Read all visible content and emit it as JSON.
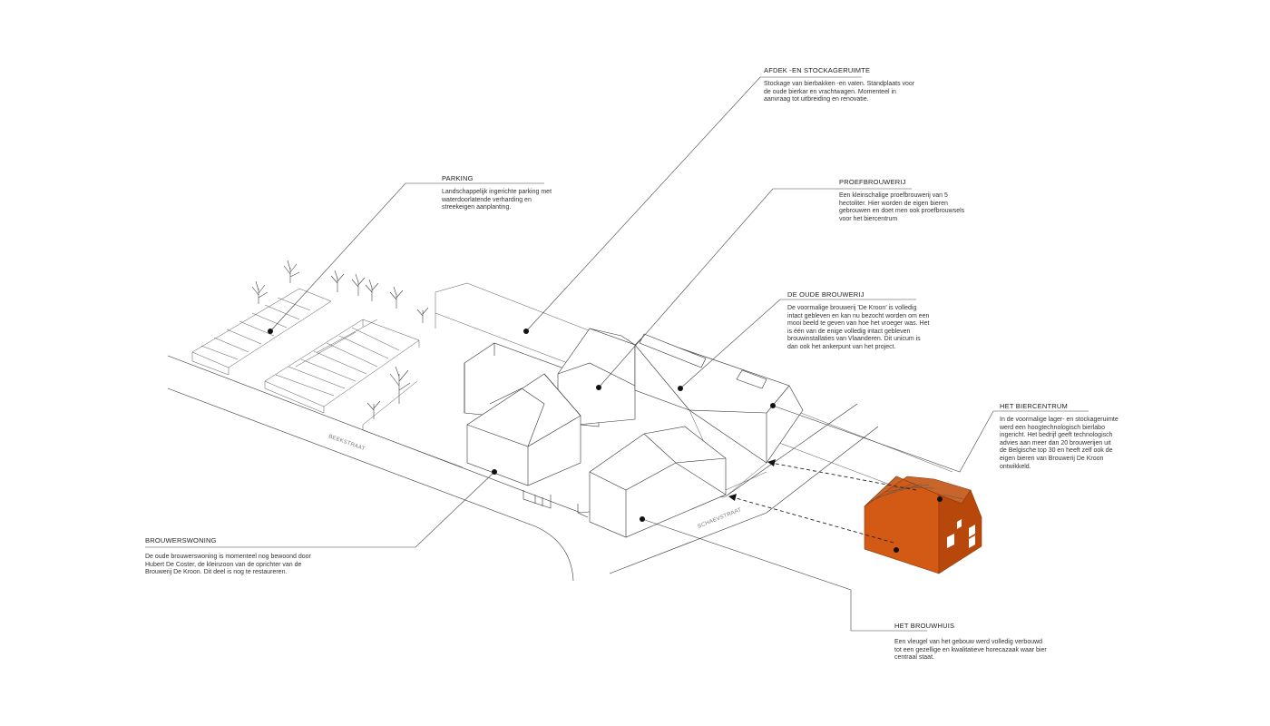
{
  "labels": {
    "afdek": {
      "title": "AFDEK -EN STOCKAGERUIMTE",
      "text": "Stockage van bierbakken -en vaten. Standplaats voor de oude bierkar en vrachtwagen. Momenteel in aanvraag tot uitbreiding en renovatie."
    },
    "parking": {
      "title": "PARKING",
      "text": "Landschappelijk ingerichte parking met waterdoorlatende verharding en streekeigen aanplanting."
    },
    "proefbrouwerij": {
      "title": "PROEFBROUWERIJ",
      "text": "Een kleinschalige proefbrouwerij van 5 hectoliter. Hier worden de eigen bieren gebrouwen en doet men ook proefbrouwsels voor het biercentrum"
    },
    "oude_brouwerij": {
      "title": "DE OUDE BROUWERIJ",
      "text": "De voormalige brouwerij 'De Kroon' is volledig intact gebleven en kan nu bezocht worden om een mooi beeld te geven van hoe het vroeger was. Het is één van de enige volledig intact gebleven brouwinstallaties van Vlaanderen. Dit unicum is dan ook het ankerpunt van het project."
    },
    "biercentrum": {
      "title": "HET BIERCENTRUM",
      "text": "In de voormalige lager- en stockageruimte werd een hoogtechnologisch bierlabo ingericht. Het bedrijf geeft technologisch advies aan meer dan 20 brouwerijen uit de Belgische top 30 en heeft zelf ook de eigen bieren van Brouwerij De Kroon ontwikkeld."
    },
    "brouwerswoning": {
      "title": "BROUWERSWONING",
      "text": "De oude brouwerswoning is momenteel nog bewoond door Hubert De Coster, de kleinzoon van de oprichter van de Brouwerij De Kroon. Dit deel is nog te restaureren."
    },
    "brouwhuis": {
      "title": "HET BROUWHUIS",
      "text": "Een vleugel van het gebouw werd volledig verbouwd tot een gezellige en kwalitatieve horecazaak waar bier centraal staat."
    }
  },
  "streets": {
    "beekstraat": "BEEKSTRAAT",
    "schaevstraat": "SCHAEVSTRAAT"
  },
  "colors": {
    "highlight_front": "#d35a14",
    "highlight_side": "#b8470c",
    "highlight_roof": "#c8652a",
    "line": "#333333"
  }
}
